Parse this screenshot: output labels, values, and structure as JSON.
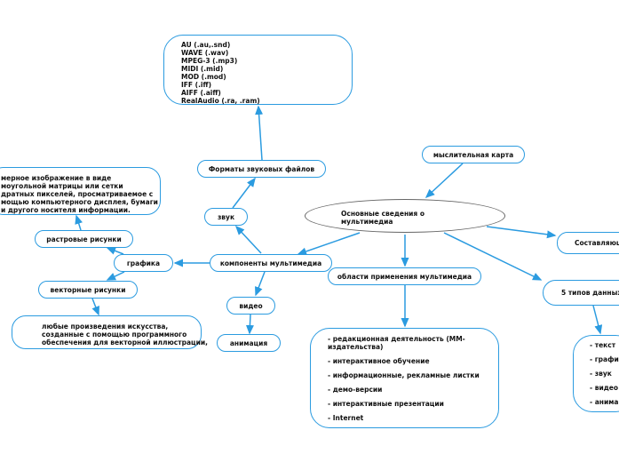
{
  "colors": {
    "accent": "#2b9be0",
    "center_border": "#666666"
  },
  "center": {
    "label_line1": "Основные сведения о",
    "label_line2": "мультимедиа"
  },
  "mind_map": {
    "label": "мыслительная карта"
  },
  "components": {
    "label": "компоненты мультимедиа"
  },
  "sound": {
    "label": "звук",
    "formats_label": "Форматы звуковых файлов",
    "formats": [
      "AU (.au,.snd)",
      "WAVE (.wav)",
      "MPEG-3 (.mp3)",
      "MIDI (.mid)",
      "MOD (.mod)",
      "IFF (.iff)",
      "AIFF (.aiff)",
      "RealAudio (.ra, .ram)"
    ]
  },
  "graphics": {
    "label": "графика",
    "raster": {
      "label": "растровые рисунки",
      "desc": [
        "мерное изображение в виде",
        "моугольной матрицы или сетки",
        "дратных пикселей, просматриваемое с",
        "мощью компьютерного дисплея, бумаги",
        "и другого носителя информации."
      ]
    },
    "vector": {
      "label": "векторные рисунки",
      "desc": [
        "любые произведения искусства,",
        "созданные с помощью программного",
        "обеспечения для векторной иллюстрации,"
      ]
    }
  },
  "video": {
    "label": "видео",
    "animation": "анимация"
  },
  "applications": {
    "label": "области применения мультимедиа",
    "items": [
      "- редакционная деятельность (ММ-\nиздательства)",
      "- интерактивное обучение",
      "- информационные, рекламные листки",
      "- демо-версии",
      "- интерактивные презентации",
      "- Internet"
    ]
  },
  "constituents": {
    "label": "Составляющ"
  },
  "data_types": {
    "label": "5 типов данных",
    "items": [
      "- текст",
      "- графи",
      "- звук",
      "- видео",
      "- анима"
    ]
  }
}
